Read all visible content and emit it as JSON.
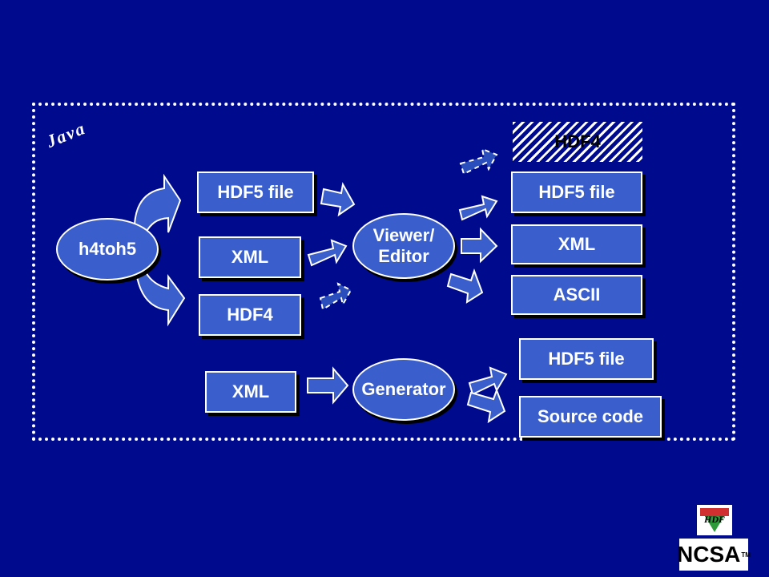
{
  "java_label": "Java",
  "h4toh5": "h4toh5",
  "inputs": {
    "hdf5_file": "HDF5 file",
    "xml": "XML",
    "hdf4": "HDF4",
    "gen_xml": "XML"
  },
  "viewer_editor": [
    "Viewer/",
    "Editor"
  ],
  "generator": "Generator",
  "outputs": {
    "hdf4": "HDF4",
    "hdf5_file": "HDF5 file",
    "xml": "XML",
    "ascii": "ASCII",
    "gen_hdf5_file": "HDF5 file",
    "source_code": "Source code"
  },
  "logos": {
    "hdf": "HDF",
    "ncsa": "NCSA",
    "ncsa_tm": "TM"
  },
  "colors": {
    "background": "#000a8c",
    "box_fill": "#3a5fcd",
    "border": "#ffffff"
  }
}
